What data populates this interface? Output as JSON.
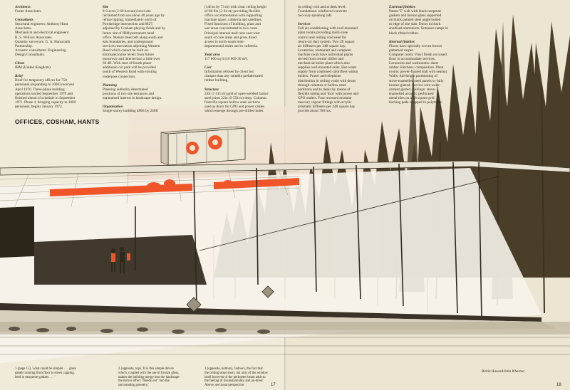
{
  "col1": {
    "architects_head": "Architects",
    "architects": "Foster Associates.",
    "consultants_head": "Consultants",
    "consultants": [
      "Structural engineers: Anthony Hunt",
      "Associates.",
      "Mechanical and electrical engineers:",
      "R. S. Willcox Associates.",
      "Quantity surveyors: G. A. Hanscomb",
      "Partnership.",
      "Acoustic consultants: Engineering",
      "Design Consultants."
    ],
    "client_head": "Client",
    "client": "IBM (United Kingdom).",
    "brief_head": "Brief",
    "brief": [
      "Brief for temporary offices for 750",
      "personnel (expanding to 1000) received",
      "April 1970. Three-phase building",
      "operations started September 1970 and",
      "finished ahead of schedule in September",
      "1971. Phase 4, bringing capacity to 1000",
      "personnel, begins January 1972."
    ]
  },
  "col2": {
    "site_head": "Site",
    "site": [
      "8·9 acre (3·60 hectare) level site",
      "reclaimed from sea about 40 years ago by",
      "refuse tipping; immediately north of",
      "Portsbridge intersection and M27;",
      "adjoined by Cosham playing fields and by",
      "future site of IBM permanent head",
      "office. Mature trees belt along south and",
      "east boundaries, and underground",
      "services reservation adjoining Western",
      "Road which cannot be built on.",
      "Estimated noise levels from future",
      "motorway and intersection a little over",
      "60 dB. With start of fourth phase",
      "additional car park will be provided",
      "south of Western Road with existing",
      "underpass connection."
    ],
    "planning_head": "Planning",
    "planning": [
      "Planning authority determined",
      "positions of two site entrances and",
      "maintained interest in landscape design."
    ],
    "organisation_head": "Organisation",
    "organisation": "Single-storey building 480ft by 240ft"
  },
  "col3": {
    "intro": [
      "(146 m by 73 m) with clear ceiling height",
      "of 9ft 8in (2·94 m) providing flexible",
      "office accommodation with supporting",
      "machine space, cafeteria and satellites.",
      "Fixed functions of building, plant and",
      "wet areas concentrated in two cores.",
      "Principal internal mall runs east-west",
      "south of core areas and gives direct",
      "access to north-south inter-",
      "departmental aisles and to cafeteria."
    ],
    "area_head": "Total area",
    "area": "117 000 sq ft (10 869·30 m²).",
    "cost_head": "Cost",
    "cost": [
      "Information refused by client but",
      "cheaper than any suitable prefabricated",
      "timber building."
    ],
    "structure_head": "Structure",
    "structure": [
      "24ft (7·315 m) grid of open-webbed lattice",
      "steel joists 22in (0·554 m) deep. Columns",
      "from 8in square hollow steel sections",
      "used as ducts for GPO and power cables",
      "which emerge through pre-drilled holes"
    ]
  },
  "col4": {
    "intro": [
      "in ceiling void and at desk level.",
      "Foundations: reinforced concrete",
      "two-way spanning raft."
    ],
    "services_head": "Services",
    "services": [
      "Full air-conditioning with roof-mounted",
      "plant rooms providing multi-zone",
      "control and ceiling void used for",
      "return-air duct system. Two 2ft square",
      "air diffusers per 24ft square bay.",
      "Lavatories, restaurant and computer",
      "machine room have individual plants",
      "served from central chiller and",
      "mechanical boiler plant which also",
      "supplies roof-mounted units. Hot-water",
      "supply from combined calorifiers within",
      "boilers. Power and telephone",
      "distribution in ceiling voids with drops",
      "through columns or hollow steel",
      "partitions and to desks by means of",
      "flexible tubing and 'dice' with power and",
      "GPO outlets. Four recessed modular",
      "mercury vapour fittings with acrylic",
      "prismatic diffusers per 24ft square bay",
      "provide about 700 lux."
    ]
  },
  "col5": {
    "external_head": "External finishes",
    "external": [
      "Patent 'T' wall with black neoprene",
      "gaskets and bronze glass supported",
      "on black painted steel angle bolted",
      "to edge of site slab. Doors in black",
      "anodised aluminium. Entrance ramps in",
      "black ribbed rubber."
    ],
    "internal_head": "Internal finishes",
    "internal": [
      "Floors have specially woven brown",
      "patterned carpet.",
      "Computer room: Vinyl finish on raised",
      "floor to accommodate services.",
      "Lavatories and washrooms: sheet",
      "rubber. Kitchens: composition. Plant",
      "rooms: power-floated slab with sealant.",
      "Walls: full-height partitioning of",
      "stove-enamelled steel panels or fully",
      "bronze-glazed. Service core walls:",
      "cement glazed. Ceilings: stove-",
      "enamelled acoustic perforated",
      "metal tiles on a 2ft square grid",
      "backing pads wrapped in polythene."
    ]
  },
  "title": "OFFICES, COSHAM, HANTS",
  "captions": {
    "c1": [
      "1 (page 15), 'what could be simpler . . . glass",
      "panels running from floor to eaves capping,",
      "held in neoprene gaskets . . . '"
    ],
    "c2": [
      "2 (opposite, top), 'It is this simple device",
      "which, coupled with the use of bronze glass,",
      "makes the building merge into the landscape:",
      "the mirror effect \"bleeds out\" into the",
      "surrounding greenery.'"
    ],
    "c3": [
      "3 (opposite, bottom), 'indoors, the fact that",
      "the ceiling stops short, not only of the window",
      "itself but even of the perimeter beam adds to",
      "the feeling of insubstantiality and un-dress'.",
      "Above, sectional perspective."
    ]
  },
  "credit": "Birkin Haward/John Wharton",
  "page_left": "17",
  "page_right": "18",
  "colors": {
    "paper": "#f0eada",
    "accent": "#f0552a",
    "trees": "#4b3f2a"
  }
}
